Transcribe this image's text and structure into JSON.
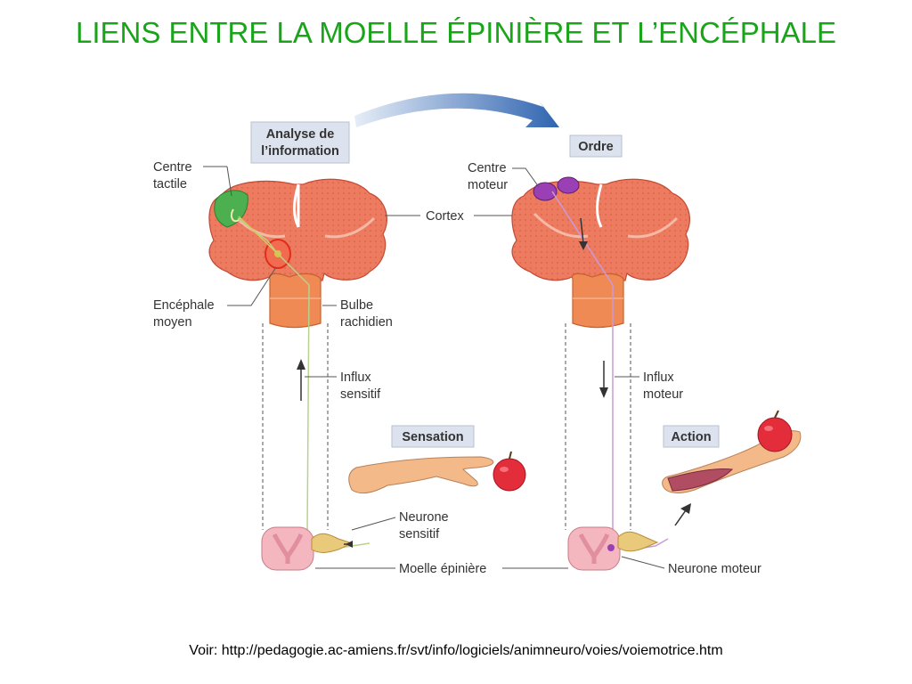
{
  "title": "LIENS ENTRE LA MOELLE ÉPINIÈRE ET L’ENCÉPHALE",
  "footer": "Voir:  http://pedagogie.ac-amiens.fr/svt/info/logiciels/animneuro/voies/voiemotrice.htm",
  "diagram": {
    "left": {
      "header_line1": "Analyse de",
      "header_line2": "l’information",
      "centre_line1": "Centre",
      "centre_line2": "tactile",
      "enc_line1": "Encéphale",
      "enc_line2": "moyen",
      "bulbe_line1": "Bulbe",
      "bulbe_line2": "rachidien",
      "influx_line1": "Influx",
      "influx_line2": "sensitif",
      "event": "Sensation",
      "neuron_line1": "Neurone",
      "neuron_line2": "sensitif"
    },
    "right": {
      "header": "Ordre",
      "centre_line1": "Centre",
      "centre_line2": "moteur",
      "influx_line1": "Influx",
      "influx_line2": "moteur",
      "event": "Action",
      "neuron": "Neurone moteur"
    },
    "shared": {
      "cortex": "Cortex",
      "moelle": "Moelle épinière"
    },
    "colors": {
      "title": "#1aa41a",
      "brain": "#e8735a",
      "brain_edge": "#c44a35",
      "tactile_centre": "#4caf50",
      "motor_centre": "#8e44ad",
      "label_box": "#dde3ee",
      "arrow": "#2f64b0"
    }
  }
}
